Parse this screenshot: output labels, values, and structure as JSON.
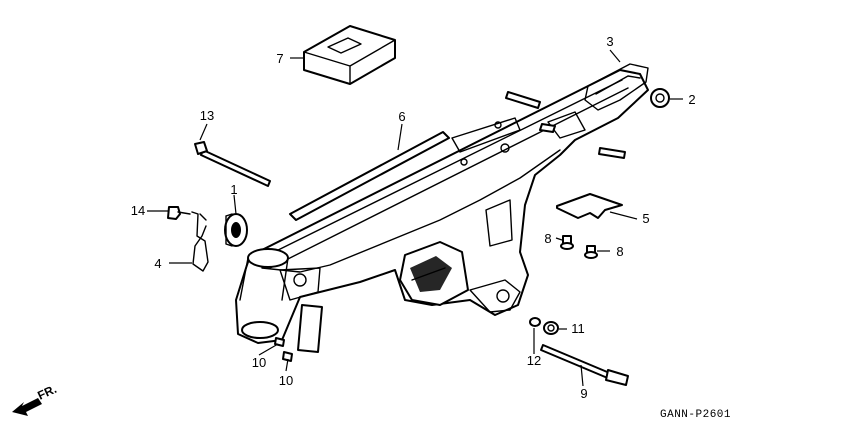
{
  "callouts": {
    "c1": "1",
    "c2": "2",
    "c3": "3",
    "c4": "4",
    "c5": "5",
    "c6": "6",
    "c7": "7",
    "c8a": "8",
    "c8b": "8",
    "c9": "9",
    "c10a": "10",
    "c10b": "10",
    "c11": "11",
    "c12": "12",
    "c13": "13",
    "c14": "14"
  },
  "diagram_code": "GANN-P2601",
  "direction_label": "FR."
}
